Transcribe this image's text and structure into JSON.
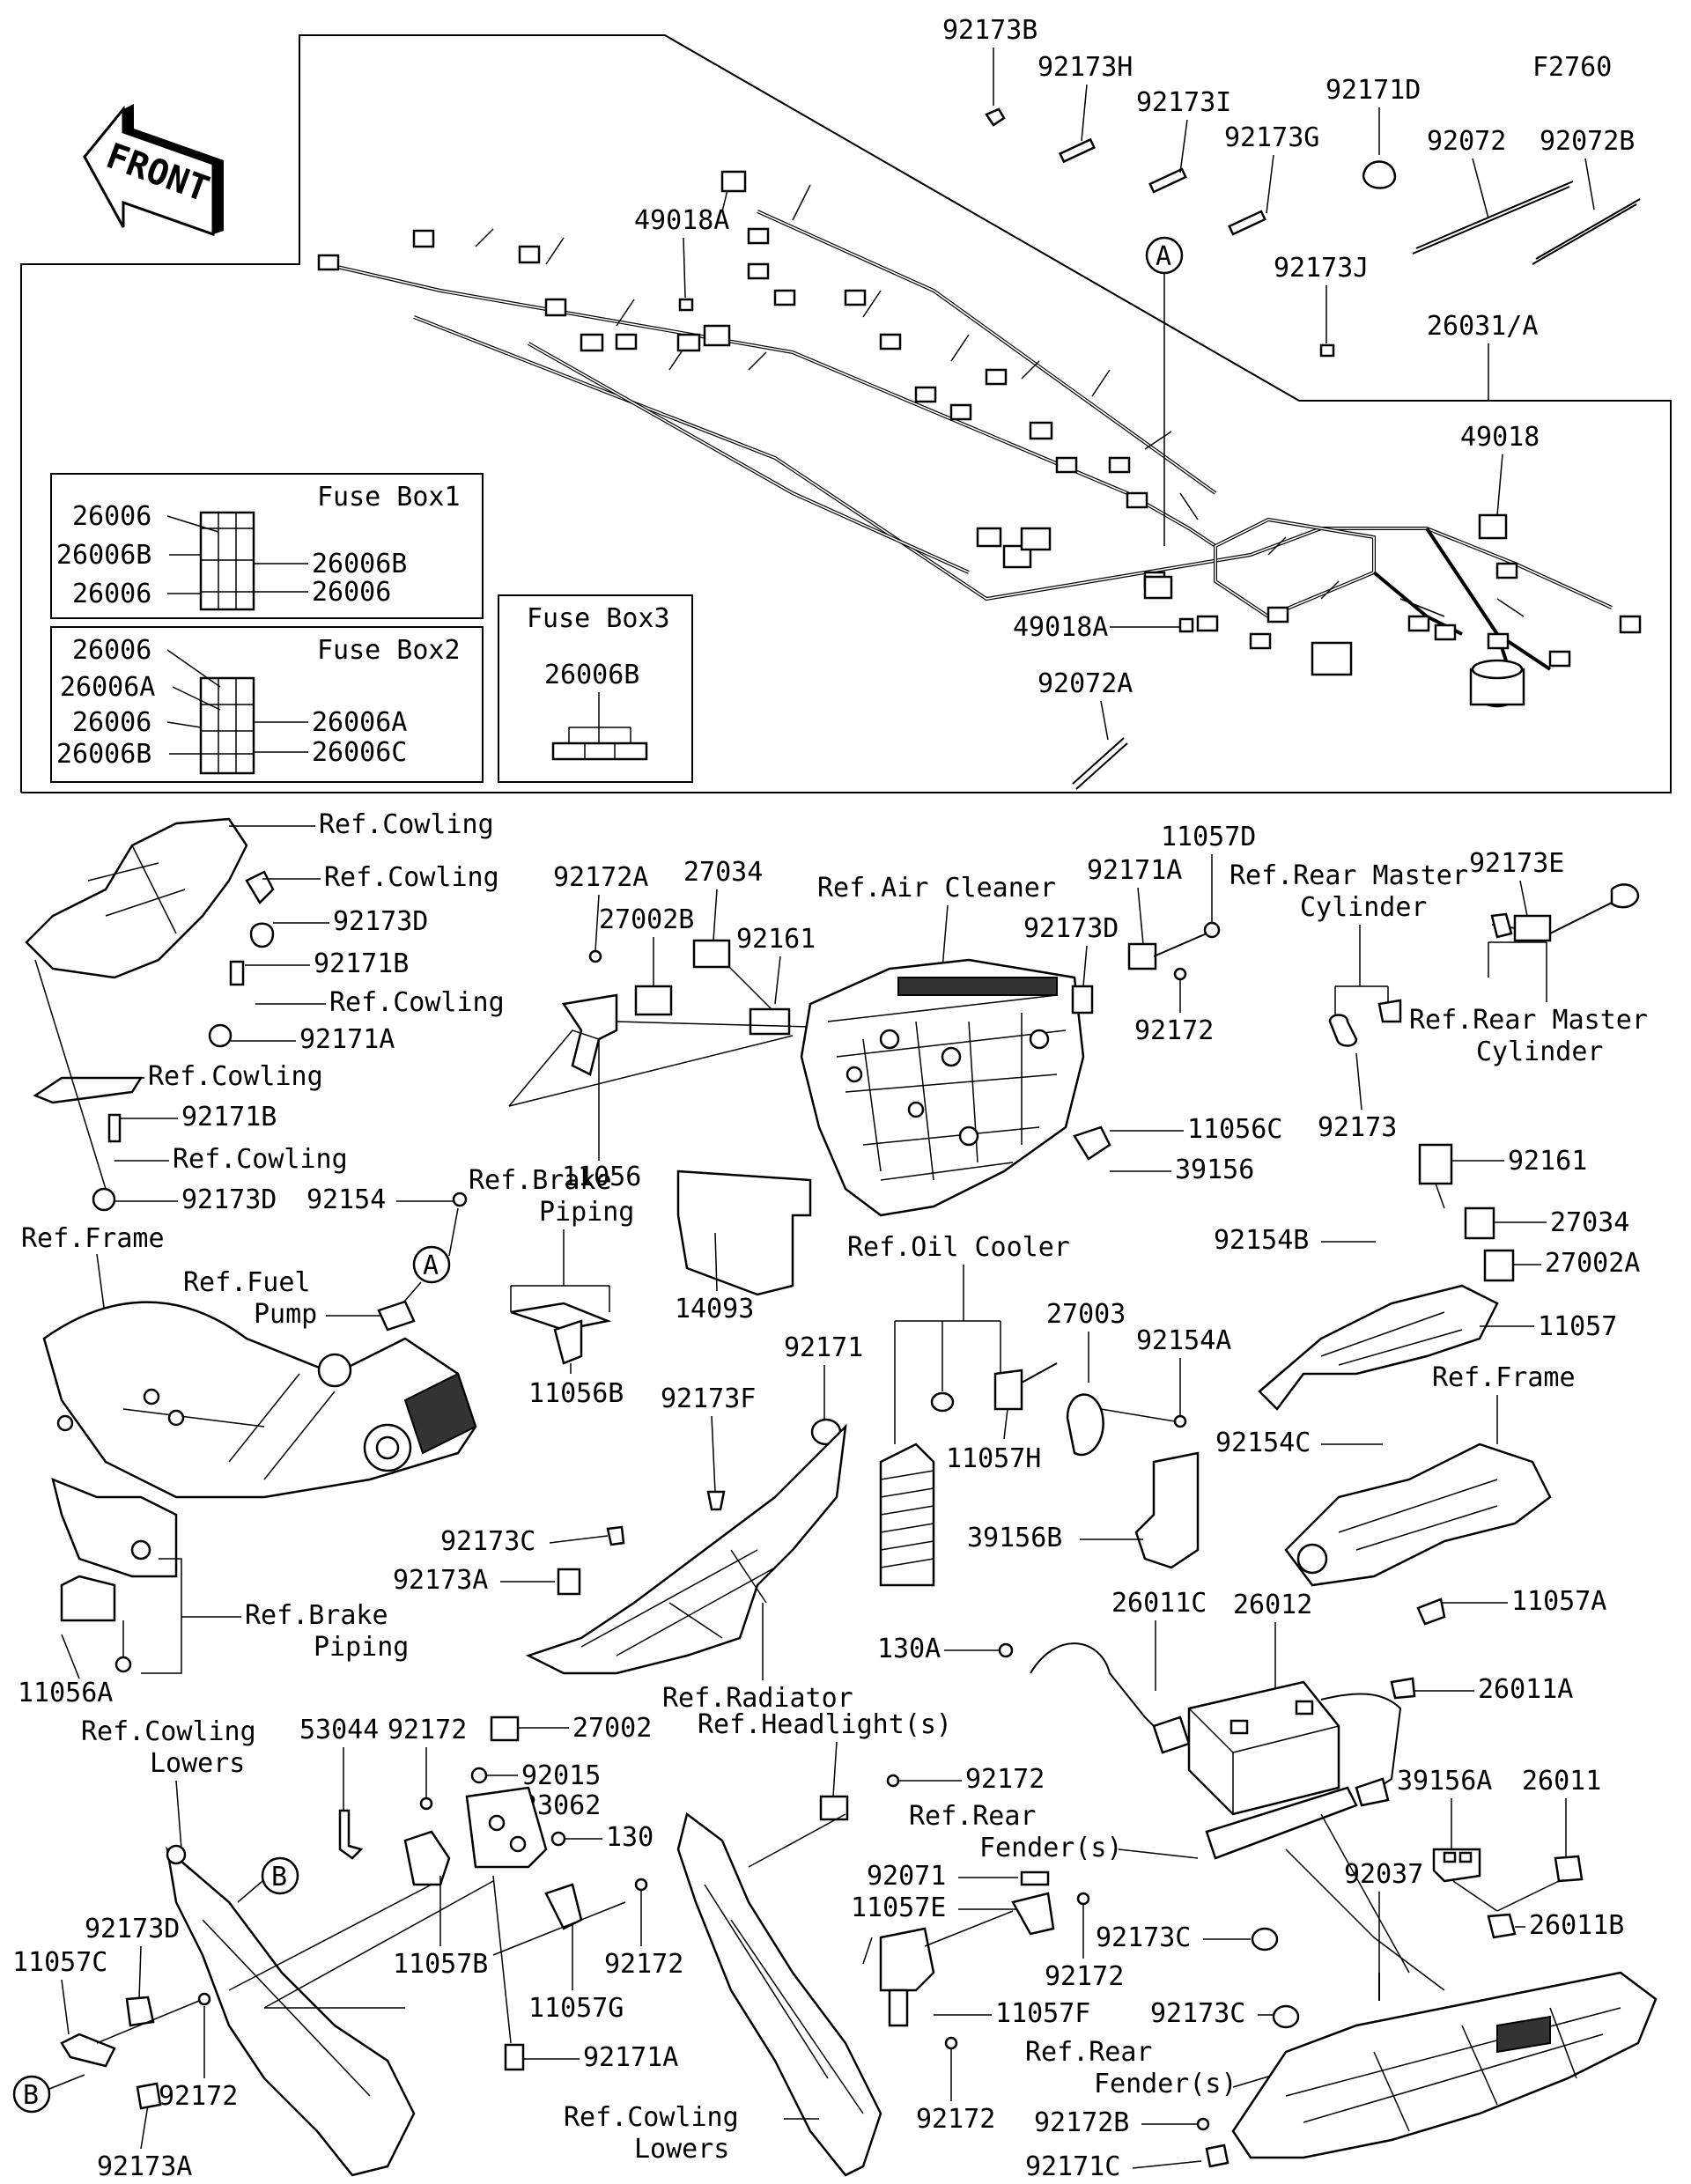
{
  "figure_code": "F2760",
  "front_label": "FRONT",
  "fuse_boxes": {
    "box1": {
      "title": "Fuse Box1",
      "left": [
        "26006",
        "26006B",
        "26006"
      ],
      "right": [
        "26006B",
        "26006"
      ]
    },
    "box2": {
      "title": "Fuse Box2",
      "left": [
        "26006",
        "26006A",
        "26006",
        "26006B"
      ],
      "right": [
        "26006A",
        "26006C"
      ]
    },
    "box3": {
      "title": "Fuse Box3",
      "label": "26006B"
    }
  },
  "circle_labels": {
    "a": "A",
    "b": "B"
  },
  "labels": {
    "p92173B": "92173B",
    "p92173H": "92173H",
    "p92173I": "92173I",
    "p92173G": "92173G",
    "p92171D": "92171D",
    "p92072": "92072",
    "p92072B": "92072B",
    "p49018A_top": "49018A",
    "p92173J": "92173J",
    "p26031": "26031/A",
    "p49018": "49018",
    "p49018A_bot": "49018A",
    "p92072A": "92072A",
    "refCowling1": "Ref.Cowling",
    "refCowling2": "Ref.Cowling",
    "p92173D_a": "92173D",
    "p92171B_a": "92171B",
    "refCowling3": "Ref.Cowling",
    "p92171A_a": "92171A",
    "refCowling4": "Ref.Cowling",
    "p92171B_b": "92171B",
    "refCowling5": "Ref.Cowling",
    "p92173D_b": "92173D",
    "p92154": "92154",
    "p92172A": "92172A",
    "p27034_a": "27034",
    "p27002B": "27002B",
    "p92161_a": "92161",
    "refAirCleaner": "Ref.Air Cleaner",
    "p11057D": "11057D",
    "p92171A_b": "92171A",
    "p92173D_c": "92173D",
    "p92172_a": "92172",
    "refRearMaster1a": "Ref.Rear Master",
    "refRearMaster1b": "Cylinder",
    "p92173E": "92173E",
    "refRearMaster2a": "Ref.Rear Master",
    "refRearMaster2b": "Cylinder",
    "p92173": "92173",
    "p11056": "11056",
    "p11056C": "11056C",
    "p39156": "39156",
    "p92161_b": "92161",
    "p27034_b": "27034",
    "p92154B": "92154B",
    "p27002A": "27002A",
    "p11057": "11057",
    "refFrame1": "Ref.Frame",
    "refFuelPump1": "Ref.Fuel",
    "refFuelPump2": "Pump",
    "refBrakePiping1a": "Ref.Brake",
    "refBrakePiping1b": "Piping",
    "p11056B": "11056B",
    "p14093": "14093",
    "refOilCooler": "Ref.Oil Cooler",
    "p27003": "27003",
    "p92154A": "92154A",
    "p92171": "92171",
    "p92173F": "92173F",
    "p11057H": "11057H",
    "p39156B": "39156B",
    "refFrame2": "Ref.Frame",
    "p92154C": "92154C",
    "p11057A": "11057A",
    "refBrakePiping2a": "Ref.Brake",
    "refBrakePiping2b": "Piping",
    "p11056A": "11056A",
    "p92173C_a": "92173C",
    "p92173A_a": "92173A",
    "refRadiator": "Ref.Radiator",
    "p26011C": "26011C",
    "p26012": "26012",
    "p130A": "130A",
    "p26011A": "26011A",
    "refHeadlight": "Ref.Headlight(s)",
    "p92172_b": "92172",
    "refRearFender1a": "Ref.Rear",
    "refRearFender1b": "Fender(s)",
    "refCowlingLowers1a": "Ref.Cowling",
    "refCowlingLowers1b": "Lowers",
    "p53044": "53044",
    "p92172_c": "92172",
    "p27002": "27002",
    "p92015": "92015",
    "p23062": "23062",
    "p130": "130",
    "p11057B": "11057B",
    "p92172_d": "92172",
    "p11057G": "11057G",
    "p92171A_c": "92171A",
    "p92173D_d": "92173D",
    "p11057C": "11057C",
    "p92172_e": "92172",
    "p92173A_b": "92173A",
    "p92071": "92071",
    "p11057E": "11057E",
    "p92172_f": "92172",
    "p11057F": "11057F",
    "p92172_g": "92172",
    "refCowlingLowers2a": "Ref.Cowling",
    "refCowlingLowers2b": "Lowers",
    "p92173C_b": "92173C",
    "p92173C_c": "92173C",
    "refRearFender2a": "Ref.Rear",
    "refRearFender2b": "Fender(s)",
    "p92172B": "92172B",
    "p92171C": "92171C",
    "p39156A": "39156A",
    "p26011": "26011",
    "p92037": "92037",
    "p26011B": "26011B"
  }
}
